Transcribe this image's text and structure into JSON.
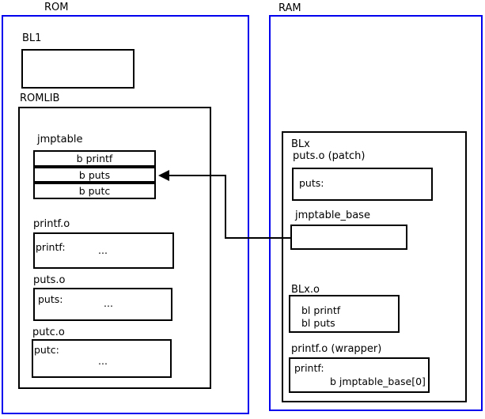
{
  "rom": {
    "label": "ROM",
    "bl1_label": "BL1",
    "romlib_label": "ROMLIB",
    "jmptable": {
      "label": "jmptable",
      "entries": [
        "b printf",
        "b puts",
        "b putc"
      ]
    },
    "objects": [
      {
        "label": "printf.o",
        "symbol": "printf:",
        "body": "..."
      },
      {
        "label": "puts.o",
        "symbol": "puts:",
        "body": "..."
      },
      {
        "label": "putc.o",
        "symbol": "putc:",
        "body": "..."
      }
    ]
  },
  "ram": {
    "label": "RAM",
    "blx": {
      "label": "BLx",
      "puts_patch": {
        "label": "puts.o (patch)",
        "symbol": "puts:"
      },
      "jmptable_base_label": "jmptable_base",
      "blx_o": {
        "label": "BLx.o",
        "line1": "bl printf",
        "line2": "bl puts"
      },
      "printf_wrapper": {
        "label": "printf.o (wrapper)",
        "symbol": "printf:",
        "body": "b jmptable_base[0]"
      }
    }
  },
  "arrow": {
    "description": "jmptable_base points to jmptable entry b puts"
  },
  "colors": {
    "container_border": "#0000ee",
    "box_border": "#000000",
    "text": "#000000",
    "background": "#ffffff"
  }
}
